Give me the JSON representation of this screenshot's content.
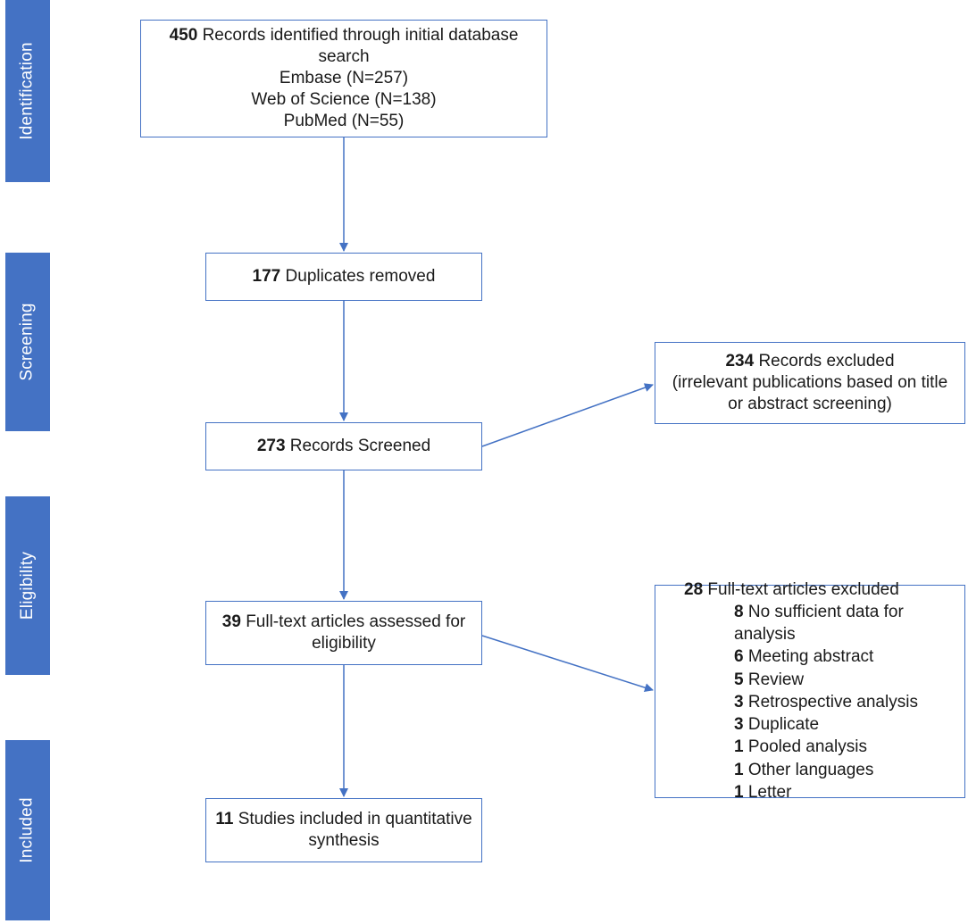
{
  "stages": {
    "identification": "Identification",
    "screening": "Screening",
    "eligibility": "Eligibility",
    "included": "Included"
  },
  "boxes": {
    "identified": {
      "count": "450",
      "text": "Records identified through initial database",
      "text2": "search",
      "sources": [
        "Embase (N=257)",
        "Web of Science (N=138)",
        "PubMed (N=55)"
      ]
    },
    "duplicates": {
      "count": "177",
      "text": "Duplicates removed"
    },
    "screened": {
      "count": "273",
      "text": "Records Screened"
    },
    "excluded_records": {
      "count": "234",
      "text": "Records excluded",
      "line2": "(irrelevant publications based on title",
      "line3": "or abstract screening)"
    },
    "fulltext": {
      "count": "39",
      "text": "Full-text articles assessed for",
      "line2": "eligibility"
    },
    "fulltext_excluded": {
      "count": "28",
      "text": "Full-text articles excluded",
      "reasons": [
        {
          "count": "8",
          "label": "No sufficient data for analysis"
        },
        {
          "count": "6",
          "label": "Meeting abstract"
        },
        {
          "count": "5",
          "label": "Review"
        },
        {
          "count": "3",
          "label": "Retrospective analysis"
        },
        {
          "count": "3",
          "label": "Duplicate"
        },
        {
          "count": "1",
          "label": "Pooled analysis"
        },
        {
          "count": "1",
          "label": "Other languages"
        },
        {
          "count": "1",
          "label": "Letter"
        }
      ]
    },
    "included": {
      "count": "11",
      "text": "Studies included in quantitative",
      "line2": "synthesis"
    }
  },
  "colors": {
    "accent": "#4472c4",
    "stage_text": "#ffffff"
  }
}
